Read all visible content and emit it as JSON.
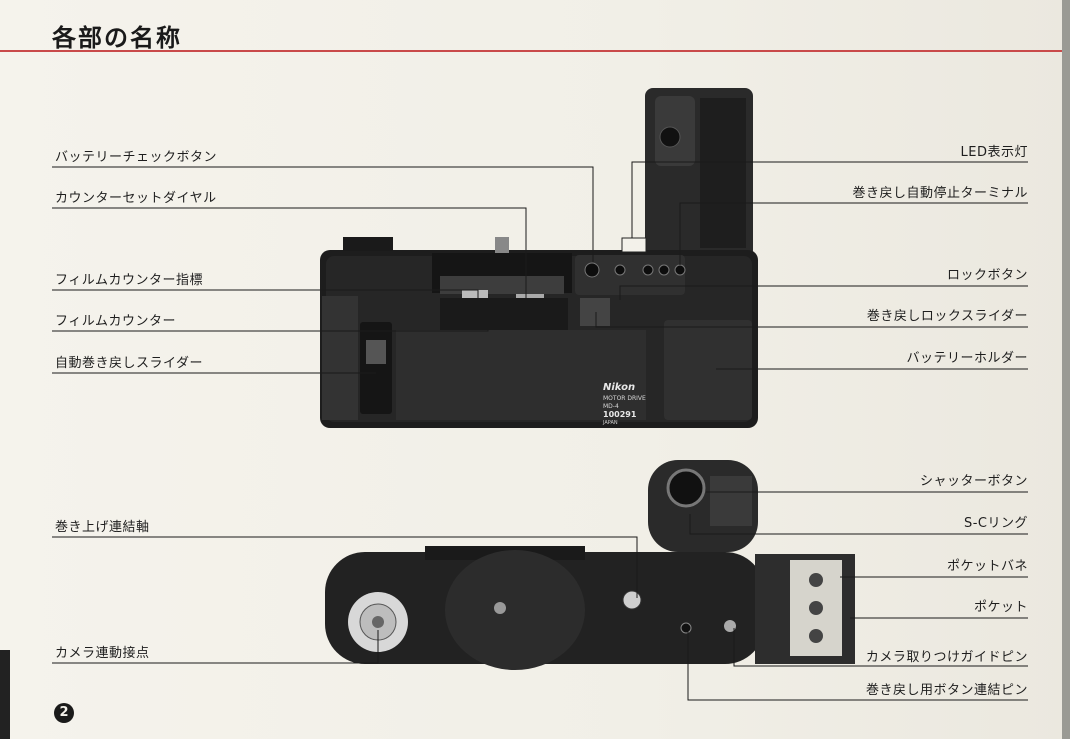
{
  "header": {
    "title": "各部の名称"
  },
  "page_number": "2",
  "labels_left": [
    "バッテリーチェックボタン",
    "カウンターセットダイヤル",
    "フィルムカウンター指標",
    "フィルムカウンター",
    "自動巻き戻しスライダー",
    "巻き上げ連結軸",
    "カメラ連動接点"
  ],
  "labels_right": [
    "LED表示灯",
    "巻き戻し自動停止ターミナル",
    "ロックボタン",
    "巻き戻しロックスライダー",
    "バッテリーホルダー",
    "シャッターボタン",
    "S-Cリング",
    "ポケットバネ",
    "ポケット",
    "カメラ取りつけガイドピン",
    "巻き戻し用ボタン連結ピン"
  ],
  "product": {
    "brand": "Nikon",
    "model": "MOTOR DRIVE",
    "model_no": "MD-4",
    "serial": "100291",
    "origin": "JAPAN"
  }
}
